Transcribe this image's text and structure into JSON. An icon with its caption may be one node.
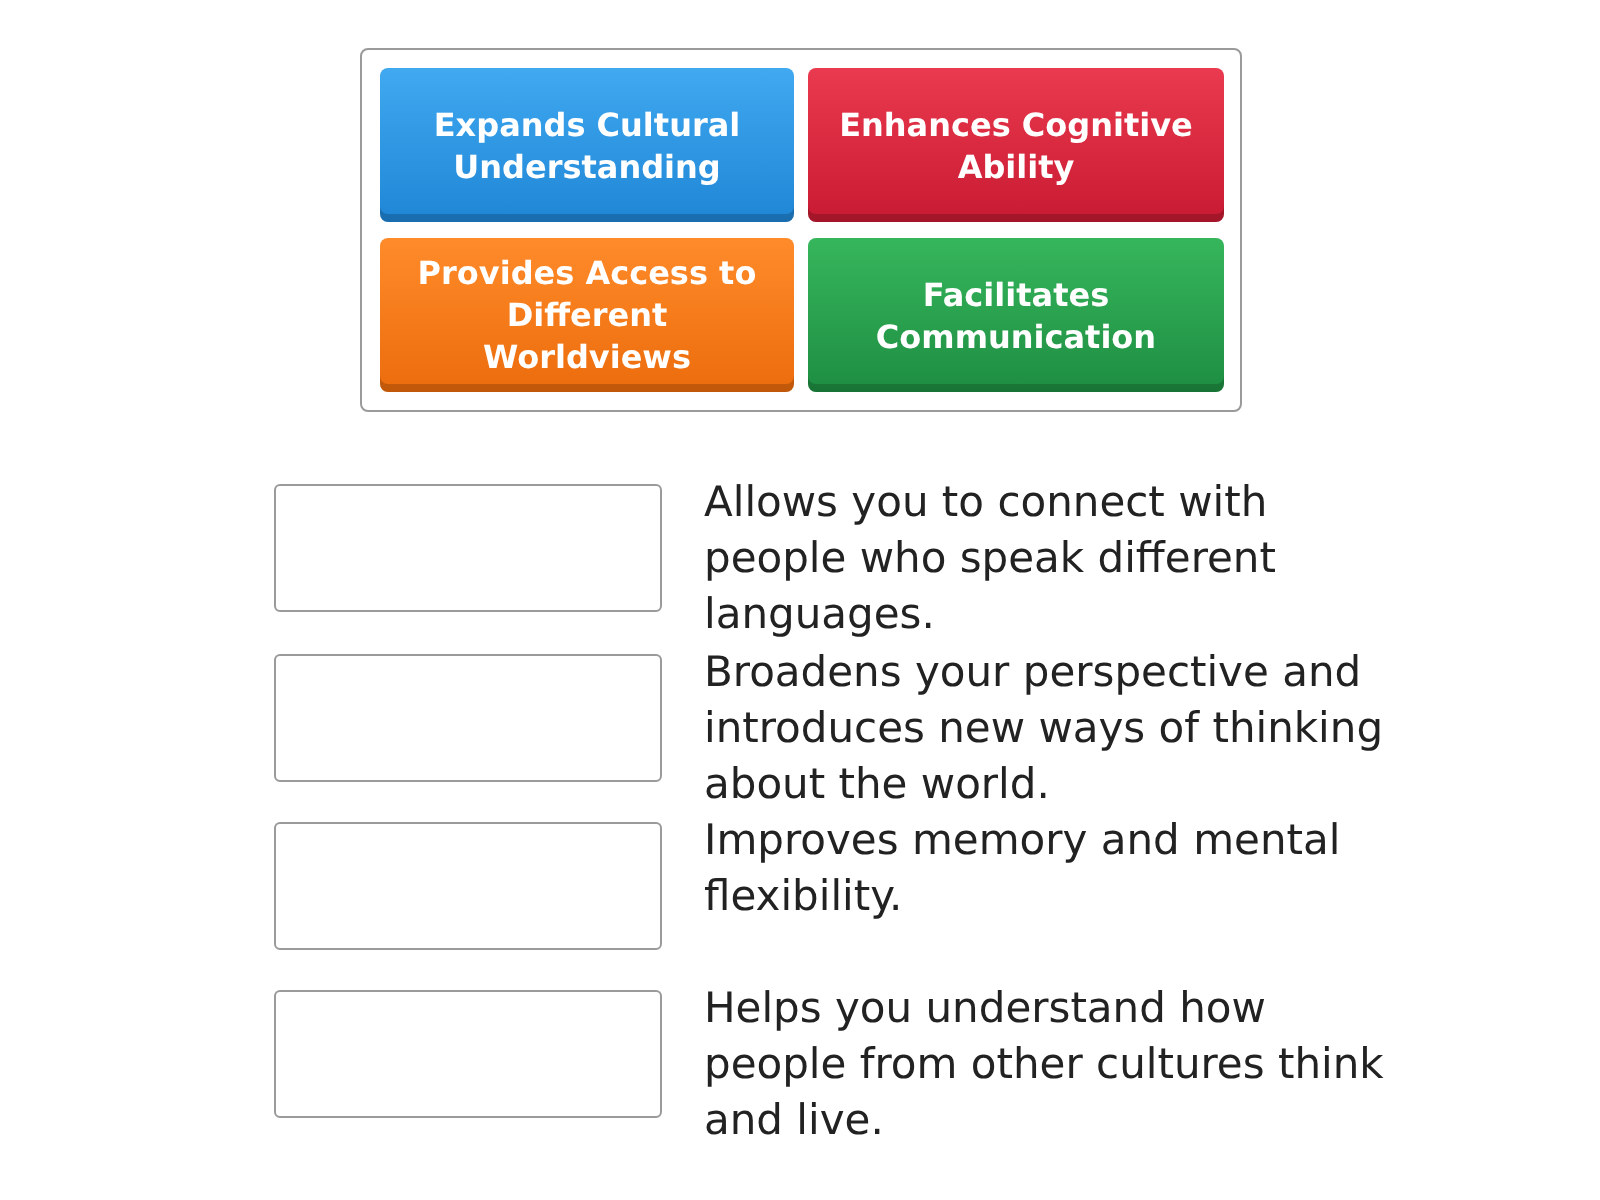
{
  "diagram": {
    "nodes": [
      {
        "text": [],
        "shape": "box"
      },
      {
        "text": [
          "Expands Cultural Understanding"
        ],
        "in": 0
      },
      {
        "text": [
          "Enhances Cognitive Ability"
        ],
        "in": 0
      },
      {
        "text": [
          "Provides Access to Different Worldviews"
        ],
        "in": 0
      },
      {
        "text": [
          "Facilitates Communication"
        ],
        "in": 0
      },
      {
        "text": [],
        "shape": "box",
        "beside": [
          "Allows you to connect with people who speak different languages."
        ]
      },
      {
        "text": [],
        "shape": "box",
        "beside": [
          "Broadens your perspective and introduces new ways of thinking about the world."
        ]
      },
      {
        "text": [],
        "shape": "box",
        "beside": [
          "Improves memory and mental flexibility."
        ]
      },
      {
        "text": [],
        "shape": "box",
        "beside": [
          "Helps you understand how people from other cultures think and live."
        ]
      }
    ]
  }
}
